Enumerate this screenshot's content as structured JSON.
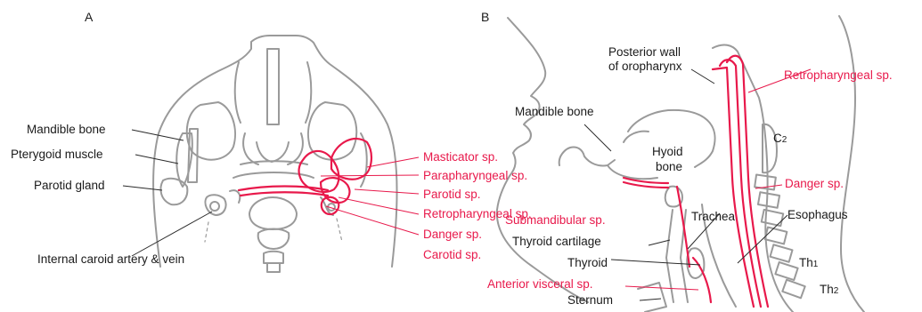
{
  "panels": {
    "a": "A",
    "b": "B"
  },
  "panel_a": {
    "mandible": "Mandible bone",
    "pterygoid": "Pterygoid muscle",
    "parotid_gland": "Parotid gland",
    "carotid": "Internal caroid artery & vein",
    "masticator": "Masticator sp.",
    "parapharyngeal": "Parapharyngeal sp.",
    "parotid_sp": "Parotid sp.",
    "retropharyngeal": "Retropharyngeal sp.",
    "danger": "Danger sp.",
    "carotid_sp": "Carotid sp."
  },
  "panel_b": {
    "posterior_wall_1": "Posterior wall",
    "posterior_wall_2": "of oropharynx",
    "mandible": "Mandible bone",
    "hyoid_1": "Hyoid",
    "hyoid_2": "bone",
    "retropharyngeal": "Retropharyngeal sp.",
    "c2_letter": "C",
    "c2_num": "2",
    "danger": "Danger sp.",
    "submandibular": "Submandibular sp.",
    "trachea": "Trachea",
    "esophagus": "Esophagus",
    "thyroid_cartilage": "Thyroid cartilage",
    "thyroid": "Thyroid",
    "th1_letter": "Th",
    "th1_num": "1",
    "anterior_visceral": "Anterior visceral sp.",
    "th2_letter": "Th",
    "th2_num": "2",
    "sternum": "Sternum"
  },
  "colors": {
    "label_red": "#e8194b",
    "label_black": "#1a1a1a",
    "outline_gray": "#9a9a9a"
  }
}
